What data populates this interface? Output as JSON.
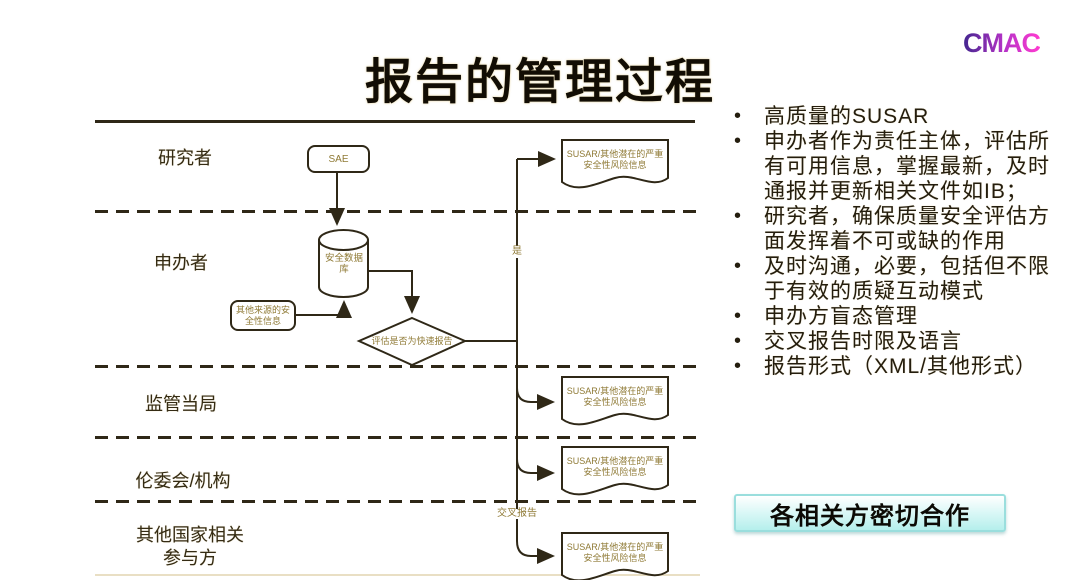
{
  "slide": {
    "title": "报告的管理过程",
    "logo": "CMAC"
  },
  "flowchart": {
    "lanes": [
      {
        "label": "研究者"
      },
      {
        "label": "申办者"
      },
      {
        "label": "监管当局"
      },
      {
        "label": "伦委会/机构"
      },
      {
        "label": "其他国家相关参与方"
      }
    ],
    "nodes": {
      "sae": "SAE",
      "database": "安全数据库",
      "other_source": "其他来源的安全性信息",
      "decision": "评估是否为快速报告",
      "document": "SUSAR/其他潜在的严重安全性风险信息"
    },
    "edge_labels": {
      "yes": "是",
      "cross_report": "交叉报告"
    }
  },
  "bullets": {
    "glyph": "•",
    "items": [
      "高质量的SUSAR",
      "申办者作为责任主体，评估所有可用信息，掌握最新，及时通报并更新相关文件如IB；",
      "研究者，确保质量安全评估方面发挥着不可或缺的作用",
      "及时沟通，必要，包括但不限于有效的质疑互动模式",
      "申办方盲态管理",
      "交叉报告时限及语言",
      "报告形式（XML/其他形式）"
    ]
  },
  "callout": {
    "label": "各相关方密切合作"
  },
  "colors": {
    "stroke": "#2f2817",
    "shape_text": "#8f7a35",
    "bullet_text": "#241d0e",
    "callout_top": "#ffffff",
    "callout_bottom": "#b5efec",
    "logo_from": "#43268f",
    "logo_to": "#ff3bd0"
  }
}
